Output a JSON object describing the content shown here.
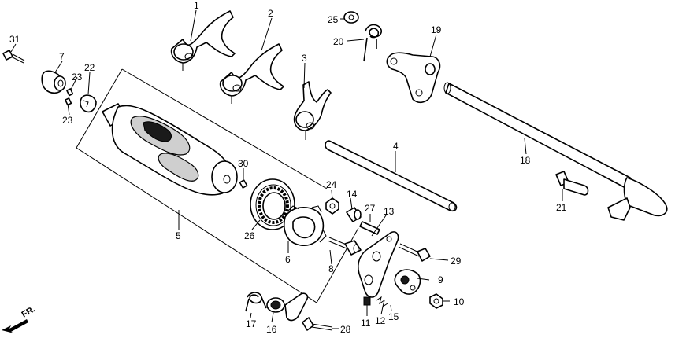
{
  "direction_indicator": "FR.",
  "callouts": [
    "1",
    "2",
    "3",
    "4",
    "5",
    "6",
    "7",
    "8",
    "9",
    "10",
    "11",
    "12",
    "13",
    "14",
    "15",
    "16",
    "17",
    "18",
    "19",
    "20",
    "21",
    "22",
    "23",
    "23",
    "24",
    "25",
    "26",
    "27",
    "28",
    "29",
    "30",
    "31"
  ]
}
